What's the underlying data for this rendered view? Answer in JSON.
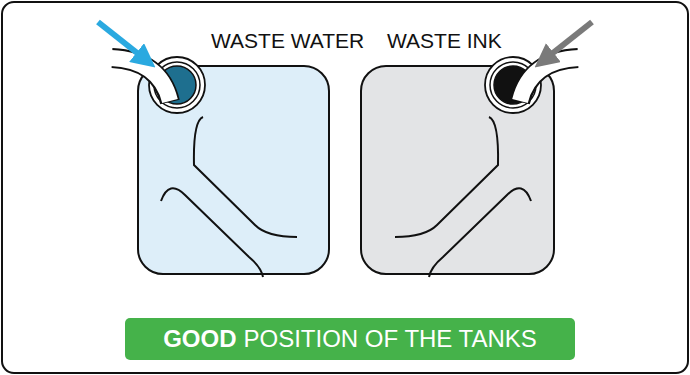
{
  "diagram": {
    "nodes": [
      {
        "text": [
          "WASTE WATER"
        ]
      },
      {
        "text": [
          "WASTE INK"
        ]
      },
      {
        "text": [
          "GOOD",
          "POSITION OF THE TANKS"
        ]
      }
    ]
  }
}
